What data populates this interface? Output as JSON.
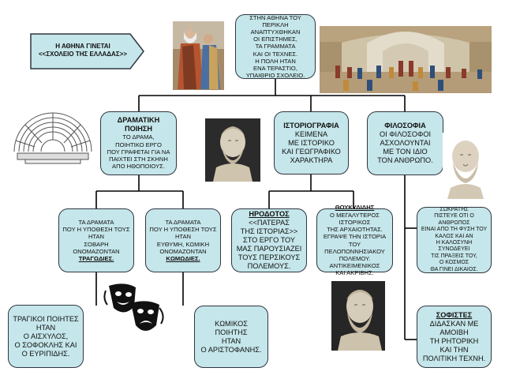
{
  "banner": {
    "line1": "Η ΑΘΗΝΑ ΓΙΝΕΤΑΙ",
    "line2": "<<ΣΧΟΛΕΙΟ ΤΗΣ ΕΛΛΑΔΑΣ>>"
  },
  "top": {
    "l1": "ΣΤΗΝ ΑΘΗΝΑ ΤΟΥ ΠΕΡΙΚΛΗ",
    "l2": "ΑΝΑΠΤΥΧΘΗΚΑΝ",
    "l3": "ΟΙ ΕΠΙΣΤΗΜΕΣ,",
    "l4": "ΤΑ ΓΡΑΜΜΑΤΑ",
    "l5": "ΚΑΙ ΟΙ ΤΕΧΝΕΣ.",
    "l6": "Η ΠΟΛΗ ΗΤΑΝ",
    "l7": "ΕΝΑ ΤΕΡΑΣΤΙΟ,",
    "l8": "ΥΠΑΙΘΡΙΟ ΣΧΟΛΕΙΟ."
  },
  "drama": {
    "title": "ΔΡΑΜΑΤΙΚΗ ΠΟΙΗΣΗ",
    "l1": "ΤΟ ΔΡΑΜΑ,",
    "l2": "ΠΟΙΗΤΙΚΟ ΕΡΓΟ",
    "l3": "ΠΟΥ ΓΡΑΦΕΤΑΙ ΓΙΑ ΝΑ",
    "l4": "ΠΑΙΧΤΕΙ ΣΤΗ ΣΚΗΝΗ",
    "l5": "ΑΠΟ ΗΘΟΠΟΙΟΥΣ."
  },
  "history": {
    "title": "ΙΣΤΟΡΙΟΓΡΑΦΙΑ",
    "l1": "ΚΕΙΜΕΝΑ",
    "l2": "ΜΕ ΙΣΤΟΡΙΚΟ",
    "l3": "ΚΑΙ ΓΕΩΓΡΑΦΙΚΟ",
    "l4": "ΧΑΡΑΚΤΗΡΑ"
  },
  "philosophy": {
    "title": "ΦΙΛΟΣΟΦΙΑ",
    "l1": "ΟΙ ΦΙΛΟΣΟΦΟΙ",
    "l2": "ΑΣΧΟΛΟΥΝΤΑΙ",
    "l3": "ΜΕ ΤΟΝ ΙΔΙΟ",
    "l4": "ΤΟΝ ΑΝΘΡΩΠΟ."
  },
  "tragedy": {
    "l1": "ΤΑ ΔΡΑΜΑΤΑ",
    "l2": "ΠΟΥ Η ΥΠΟΘΕΣΗ ΤΟΥΣ",
    "l3": "ΗΤΑΝ",
    "l4": "ΣΟΒΑΡΗ",
    "l5": "ΟΝΟΜΑΖΟΝΤΑΝ",
    "l6": "ΤΡΑΓΩΔΙΕΣ."
  },
  "comedy": {
    "l1": "ΤΑ ΔΡΑΜΑΤΑ",
    "l2": "ΠΟΥ Η ΥΠΟΘΕΣΗ ΤΟΥΣ",
    "l3": "ΗΤΑΝ",
    "l4": "ΕΥΘΥΜΗ, ΚΩΜΙΚΗ",
    "l5": "ΟΝΟΜΑΖΟΝΤΑΝ",
    "l6": "ΚΩΜΩΔΙΕΣ."
  },
  "herodotus": {
    "title": "ΗΡΟΔΟΤΟΣ",
    "l1": "<<ΠΑΤΕΡΑΣ",
    "l2": "ΤΗΣ ΙΣΤΟΡΙΑΣ>>",
    "l3": "ΣΤΟ ΕΡΓΟ ΤΟΥ",
    "l4": "ΜΑΣ ΠΑΡΟΥΣΙΑΖΕΙ",
    "l5": "ΤΟΥΣ ΠΕΡΣΙΚΟΥΣ",
    "l6": "ΠΟΛΕΜΟΥΣ."
  },
  "thucydides": {
    "title": "ΘΟΥΚΥΔΙΔΗΣ",
    "l1": "Ο ΜΕΓΑΛΥΤΕΡΟΣ",
    "l2": "ΙΣΤΟΡΙΚΟΣ",
    "l3": "ΤΗΣ ΑΡΧΑΙΟΤΗΤΑΣ.",
    "l4": "ΕΓΡΑΨΕ ΤΗΝ ΙΣΤΟΡΙΑ",
    "l5": "ΤΟΥ ΠΕΛΟΠΟΝΝΗΣΙΑΚΟΥ",
    "l6": "ΠΟΛΕΜΟΥ.",
    "l7": "ΑΝΤΙΚΕΙΜΕΝΙΚΟΣ",
    "l8": "ΚΑΙ ΑΚΡΙΒΗΣ."
  },
  "socrates": {
    "l1": "ΣΩΚΡΑΤΗΣ",
    "l2": "ΠΙΣΤΕΥΕ ΟΤΙ Ο ΑΝΘΡΩΠΟΣ",
    "l3": "ΕΙΝΑΙ ΑΠΟ ΤΗ ΦΥΣΗ ΤΟΥ",
    "l4": "ΚΑΛΟΣ ΚΑΙ ΑΝ",
    "l5": "Η ΚΑΛΟΣΥΝΗ",
    "l6": "ΣΥΝΟΔΕΥΕΙ",
    "l7": "ΤΙΣ ΠΡΑΞΕΙΣ ΤΟΥ,",
    "l8": "Ο ΚΟΣΜΟΣ",
    "l9": "ΘΑ ΓΙΝΕΙ ΔΙΚΑΙΟΣ."
  },
  "tragic_poets": {
    "l1": "ΤΡΑΓΙΚΟΙ ΠΟΙΗΤΕΣ",
    "l2": "ΗΤΑΝ",
    "l3": "Ο ΑΙΣΧΥΛΟΣ,",
    "l4": "Ο ΣΟΦΟΚΛΗΣ ΚΑΙ",
    "l5": "Ο ΕΥΡΙΠΙΔΗΣ."
  },
  "comic_poet": {
    "l1": "ΚΩΜΙΚΟΣ ΠΟΙΗΤΗΣ",
    "l2": "ΗΤΑΝ",
    "l3": "Ο ΑΡΙΣΤΟΦΑΝΗΣ."
  },
  "sophists": {
    "title": "ΣΟΦΙΣΤΕΣ",
    "l1": "ΔΙΔΑΣΚΑΝ ΜΕ ΑΜΟΙΒΗ",
    "l2": "ΤΗ ΡΗΤΟΡΙΚΗ",
    "l3": "ΚΑΙ ΤΗΝ",
    "l4": "ΠΟΛΙΤΙΚΗ ΤΕΧΝΗ."
  },
  "colors": {
    "box_fill": "#c5e6ea",
    "box_border": "#2f3640",
    "banner_fill": "#c5e6ea",
    "line": "#000000"
  },
  "icons": [
    "philosophers-painting",
    "school-of-athens-painting",
    "theatre-plan",
    "herodotus-bust",
    "socrates-bust",
    "theatre-masks",
    "thucydides-bust"
  ]
}
